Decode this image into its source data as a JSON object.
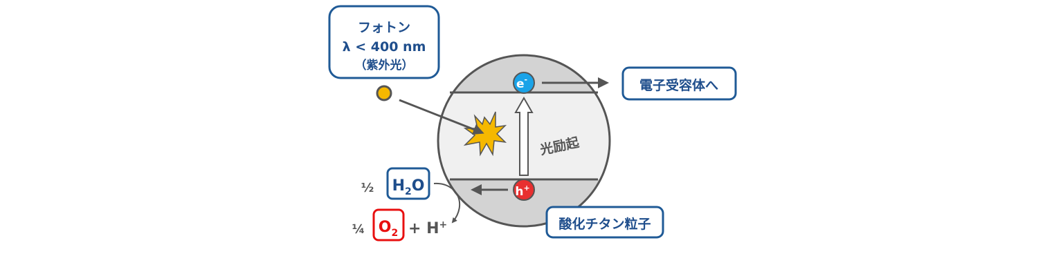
{
  "photon_box": {
    "line1": "フォトン",
    "line2": "λ < 400 nm",
    "line3": "（紫外光）"
  },
  "electron": {
    "label": "e",
    "sup": "-"
  },
  "hole": {
    "label": "h",
    "sup": "+"
  },
  "acceptor_box": {
    "label": "電子受容体へ"
  },
  "excitation_label": "光励起",
  "water": {
    "coef": "½",
    "h": "H",
    "sub": "2",
    "o": "O"
  },
  "oxygen": {
    "coef": "¼",
    "o": "O",
    "sub": "2",
    "plus": "+ H",
    "sup": "+"
  },
  "particle_box": {
    "label": "酸化チタン粒子"
  },
  "colors": {
    "box_border": "#1f5a96",
    "text_blue": "#1f4e8c",
    "electron": "#1aa3e8",
    "hole": "#e83030",
    "photon": "#f5b800",
    "oxygen": "#e81010"
  }
}
